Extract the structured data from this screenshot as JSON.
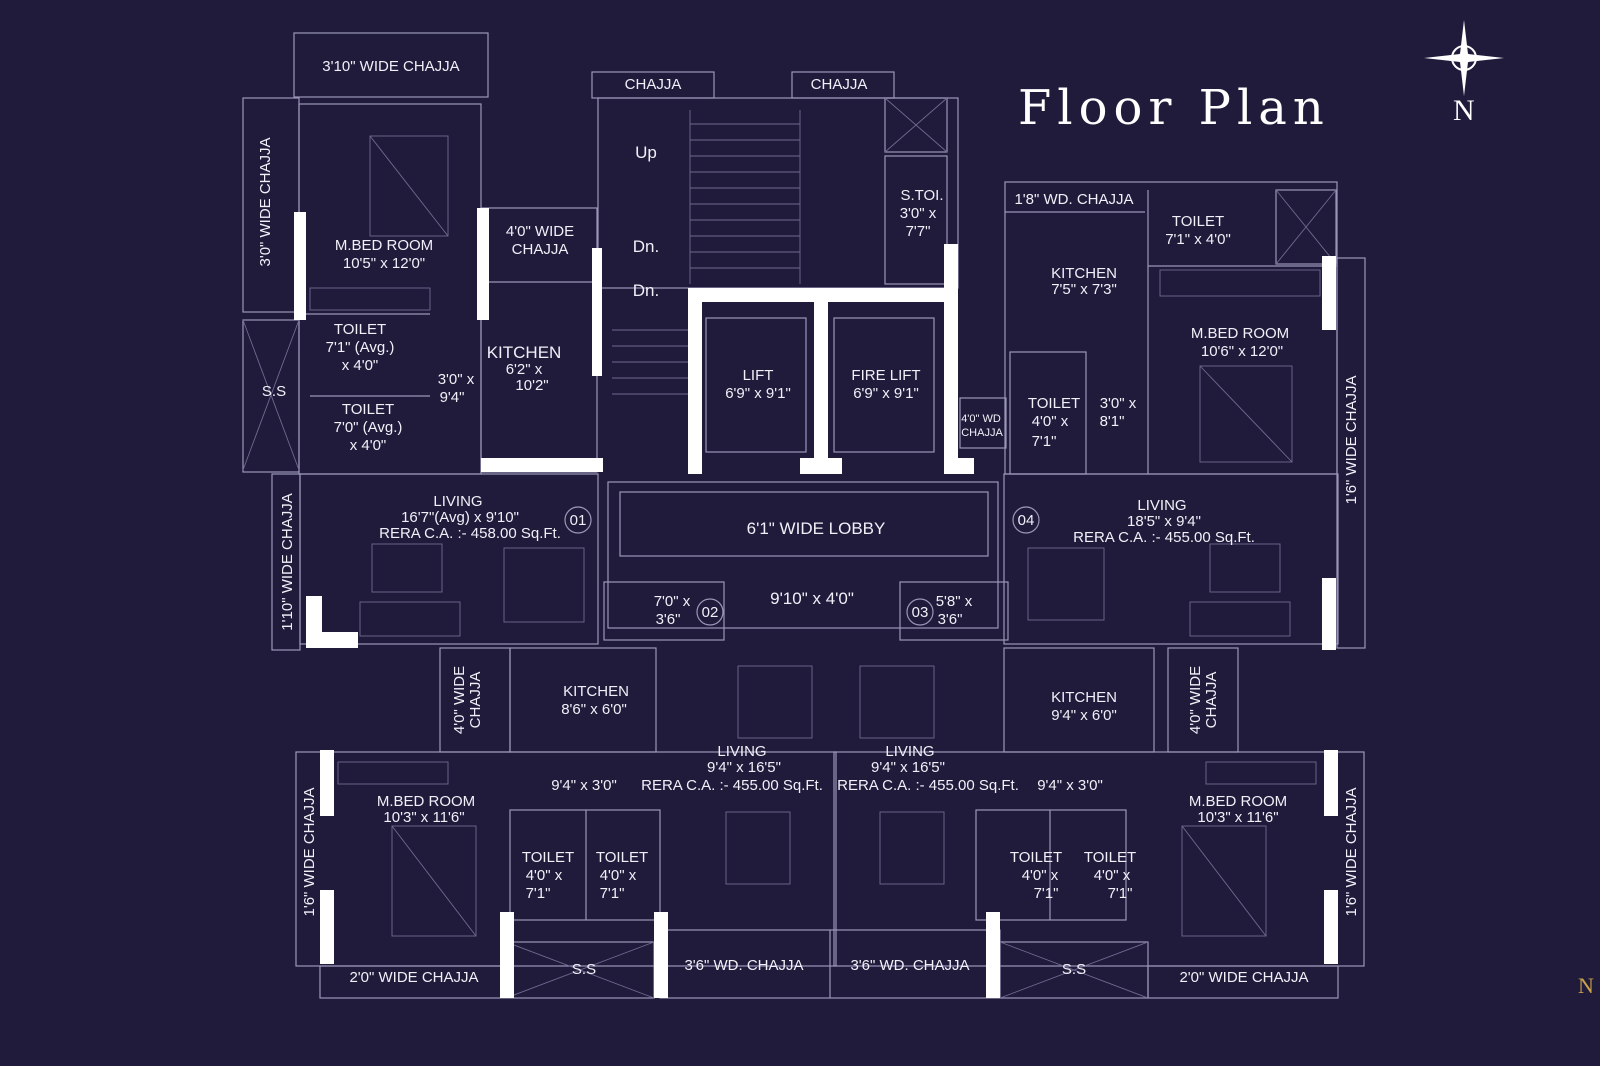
{
  "title": "Floor Plan",
  "north": "N",
  "brand_fragment": "N",
  "labels": {
    "chajja_top_left": "3'10\" WIDE CHAJJA",
    "chajja_left_vertical": "3'0\" WIDE CHAJJA",
    "chajja_1": "CHAJJA",
    "chajja_2": "CHAJJA",
    "up": "Up",
    "dn1": "Dn.",
    "dn2": "Dn.",
    "stoi": [
      "S.TOI.",
      "3'0\" x",
      "7'7\""
    ],
    "u1_mbed": [
      "M.BED ROOM",
      "10'5\" x 12'0\""
    ],
    "u1_chajja_4": [
      "4'0\" WIDE",
      "CHAJJA"
    ],
    "u1_toilet1": [
      "TOILET",
      "7'1\" (Avg.)",
      "x 4'0\""
    ],
    "u1_toilet2": [
      "TOILET",
      "7'0\" (Avg.)",
      "x 4'0\""
    ],
    "u1_passage": [
      "3'0\" x",
      "9'4\""
    ],
    "u1_kitchen": [
      "KITCHEN",
      "6'2\" x",
      "10'2\""
    ],
    "ss_left": "S.S",
    "lift": [
      "LIFT",
      "6'9\" x 9'1\""
    ],
    "fire_lift": [
      "FIRE LIFT",
      "6'9\" x 9'1\""
    ],
    "chajja_4wd": [
      "4'0\" WD",
      "CHAJJA"
    ],
    "u4_chajja": "1'8\" WD. CHAJJA",
    "u4_toilet1": [
      "TOILET",
      "7'1\" x 4'0\""
    ],
    "u4_kitchen": [
      "KITCHEN",
      "7'5\" x 7'3\""
    ],
    "u4_mbed": [
      "M.BED ROOM",
      "10'6\" x 12'0\""
    ],
    "u4_toilet2": [
      "TOILET",
      "4'0\" x",
      "7'1\""
    ],
    "u4_passage": [
      "3'0\" x",
      "8'1\""
    ],
    "u4_chajja_side": "1'6\" WIDE CHAJJA",
    "u1_chajja_side": "1'10\" WIDE CHAJJA",
    "u1_living": [
      "LIVING",
      "16'7\"(Avg) x 9'10\"",
      "RERA C.A. :- 458.00 Sq.Ft."
    ],
    "u1_num": "01",
    "lobby": "6'1\" WIDE LOBBY",
    "lobby2": "9'10\" x 4'0\"",
    "u4_living": [
      "LIVING",
      "18'5\" x 9'4\"",
      "RERA C.A. :- 455.00 Sq.Ft."
    ],
    "u4_num": "04",
    "u2_store": [
      "7'0\" x",
      "3'6\""
    ],
    "u2_num": "02",
    "u3_store": [
      "5'8\" x",
      "3'6\""
    ],
    "u3_num": "03",
    "u2_chajja_4": [
      "4'0\" WIDE",
      "CHAJJA"
    ],
    "u2_kitchen": [
      "KITCHEN",
      "8'6\" x 6'0\""
    ],
    "u2_living": [
      "LIVING",
      "9'4\" x 16'5\"",
      "RERA C.A. :- 455.00 Sq.Ft."
    ],
    "u3_living": [
      "LIVING",
      "9'4\" x 16'5\"",
      "RERA C.A. :- 455.00 Sq.Ft."
    ],
    "u3_kitchen": [
      "KITCHEN",
      "9'4\" x 6'0\""
    ],
    "u3_chajja_4": [
      "4'0\" WIDE",
      "CHAJJA"
    ],
    "u2_passage": "9'4\" x 3'0\"",
    "u3_passage": "9'4\" x 3'0\"",
    "u2_mbed": [
      "M.BED ROOM",
      "10'3\" x 11'6\""
    ],
    "u3_mbed": [
      "M.BED ROOM",
      "10'3\" x 11'6\""
    ],
    "u2_chajja_side": "1'6\" WIDE CHAJJA",
    "u3_chajja_side": "1'6\" WIDE CHAJJA",
    "u2_toilet1": [
      "TOILET",
      "4'0\" x",
      "7'1\""
    ],
    "u2_toilet2": [
      "TOILET",
      "4'0\" x",
      "7'1\""
    ],
    "u3_toilet1": [
      "TOILET",
      "4'0\" x",
      "7'1\""
    ],
    "u3_toilet2": [
      "TOILET",
      "4'0\" x",
      "7'1\""
    ],
    "u2_chajja_bottom": "2'0\" WIDE CHAJJA",
    "u3_chajja_bottom": "2'0\" WIDE CHAJJA",
    "ss_bottom_left": "S.S",
    "ss_bottom_right": "S.S",
    "chajja_36_left": "3'6\" WD. CHAJJA",
    "chajja_36_right": "3'6\" WD. CHAJJA"
  },
  "colors": {
    "background": "#201b3b",
    "lines": "#9a97b8",
    "walls": "#ffffff",
    "brand": "#c9a24a"
  }
}
